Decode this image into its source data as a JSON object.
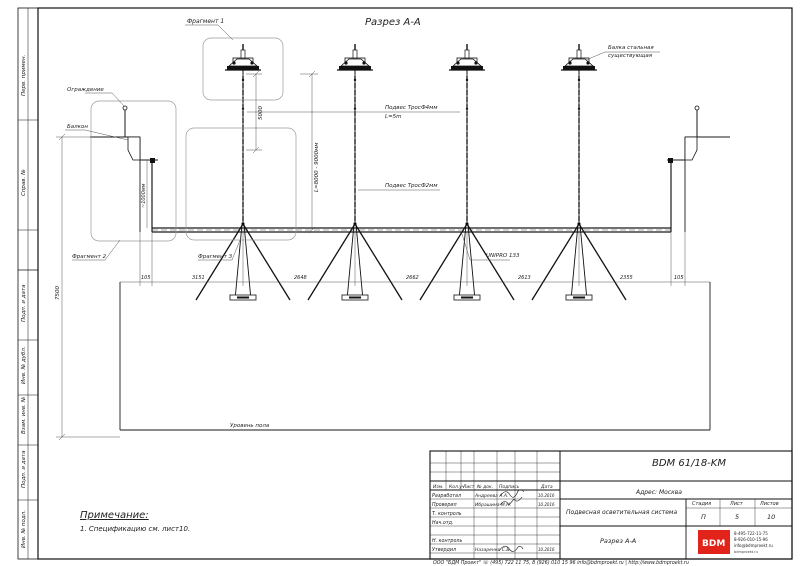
{
  "section_title": "Разрез А-А",
  "callouts": {
    "fragment1": "Фрагмент 1",
    "fragment2": "Фрагмент 2",
    "fragment3": "Фрагмент 3",
    "beam_steel": "Балка стальная",
    "beam_existing": "существующая",
    "fence": "Ограждение",
    "balcony": "Балкон",
    "suspension1": "Подвес ТросФ4мм",
    "suspension1_len": "L=5m",
    "suspension2": "Подвес ТросФ2мм",
    "profile": "UNIPRO 133",
    "floor": "Уровень пола"
  },
  "dimensions": {
    "height_5000": "5000",
    "height_range": "L=8000 - 9000мм",
    "height_1000": "~1000мм",
    "total_height": "7500",
    "spans": [
      "105",
      "3151",
      "2648",
      "2662",
      "2613",
      "2355",
      "105"
    ]
  },
  "side_stamp": {
    "perv_primen": "Перв. примен.",
    "sprav": "Справ. №",
    "podp_data1": "Подп. и дата",
    "inv_dubl": "Инв. № дубл.",
    "vzam_inv": "Взам. инв. №",
    "podp_data2": "Подп. и дата",
    "inv_podl": "Инв. № подл."
  },
  "note": {
    "title": "Примечание:",
    "text": "1. Спецификацию см. лист10."
  },
  "title_block": {
    "code": "BDM 61/18-KM",
    "address": "Адрес: Москва",
    "headers": [
      "Изм.",
      "Кол.уч",
      "Лист",
      "№ док.",
      "Подпись",
      "Дата"
    ],
    "roles": [
      {
        "role": "Разработал",
        "name": "Андреева А.А.",
        "date": "10.2016"
      },
      {
        "role": "Проверил",
        "name": "Ибрашина М.Н.",
        "date": "10.2016"
      },
      {
        "role": "Т. контроль",
        "name": "",
        "date": ""
      },
      {
        "role": "Нач.отд.",
        "name": "",
        "date": ""
      },
      {
        "role": "",
        "name": "",
        "date": ""
      },
      {
        "role": "Н. контроль",
        "name": "",
        "date": ""
      },
      {
        "role": "Утвердил",
        "name": "Назаренко С.В.",
        "date": "10.2016"
      }
    ],
    "system_name": "Подвесная осветительная система",
    "sheet_name": "Разрез А-А",
    "stage_label": "Стадия",
    "sheet_label": "Лист",
    "sheets_label": "Листов",
    "stage": "П",
    "sheet": "5",
    "sheets": "10",
    "logo_text": "BDM",
    "phones": [
      "8-495-722-11-75",
      "8-926-010-15-96"
    ],
    "email": "info@bdmproekt.ru",
    "site": "bdmproekt.ru",
    "footer": "ООО \"БДМ Проект\" ☏ (495) 722 11 75, 8 (926) 010 15 96  info@bdmproekt.ru | http://www.bdmproekt.ru"
  },
  "colors": {
    "logo_red": "#e2231a",
    "line": "#1a1a1a",
    "callout": "#9a9a9a"
  }
}
